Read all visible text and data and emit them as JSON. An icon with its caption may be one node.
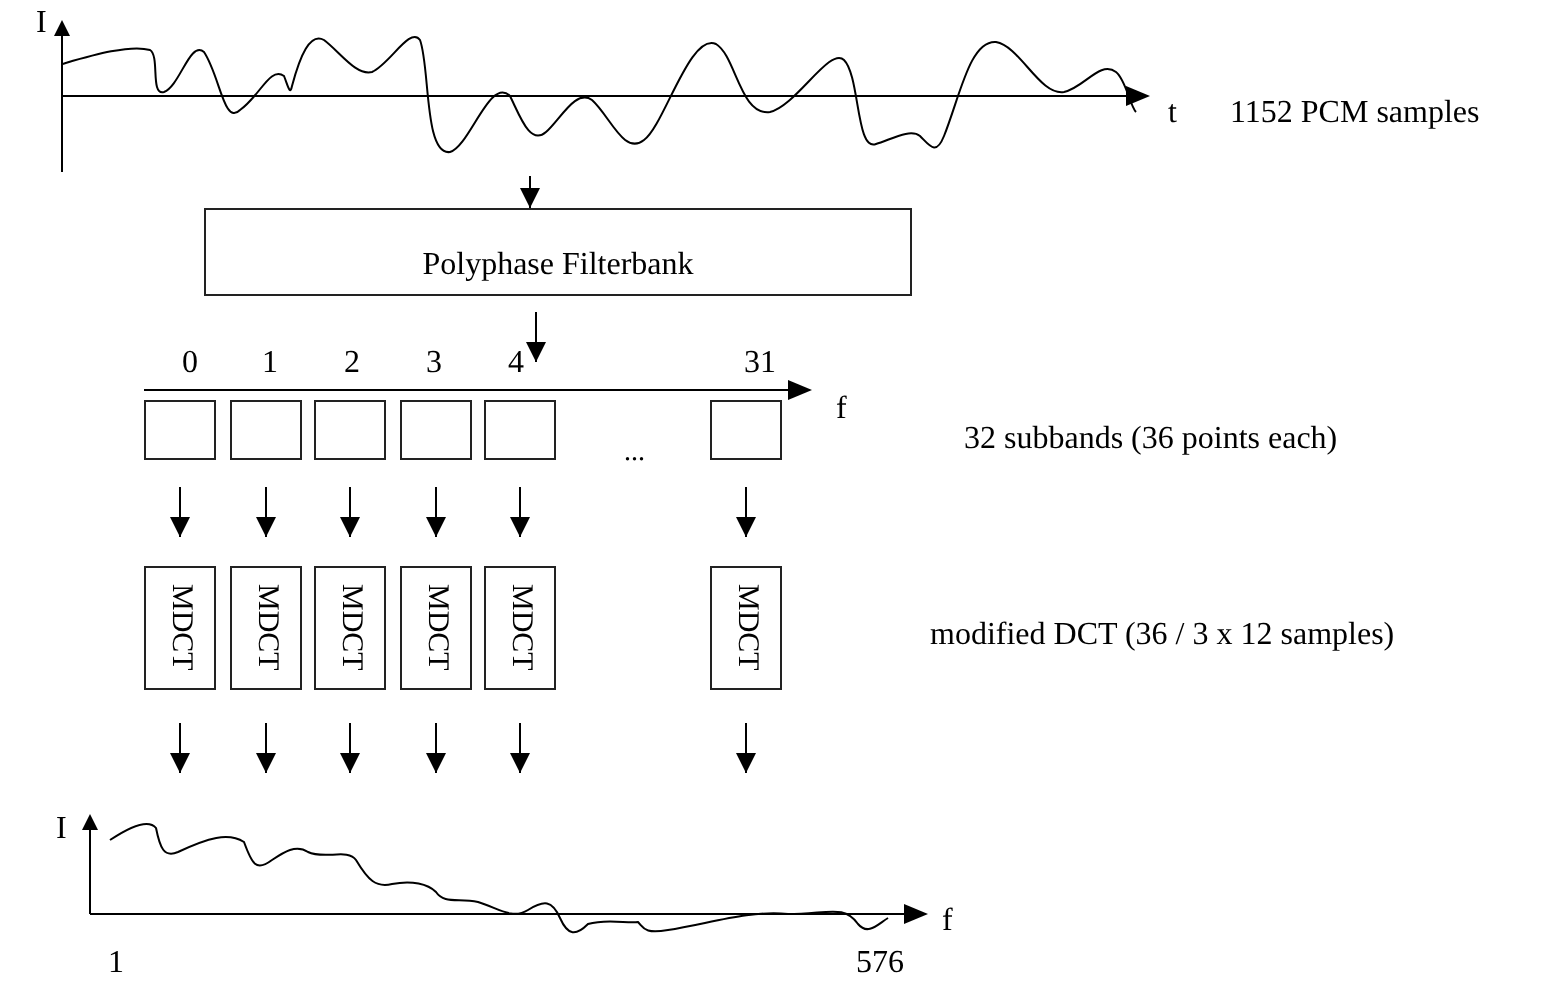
{
  "diagram": {
    "nodes": [
      {
        "text": [],
        "shape": "picture"
      },
      {
        "text": [
          "Polyphase Filterbank"
        ]
      },
      {
        "text": [],
        "shape": "bar"
      },
      {
        "text": [],
        "shape": "box"
      },
      {
        "text": [],
        "shape": "box"
      },
      {
        "text": [],
        "shape": "box"
      },
      {
        "text": [],
        "shape": "box"
      },
      {
        "text": [],
        "shape": "box"
      },
      {
        "text": [],
        "shape": "box"
      },
      {
        "text": [
          "MDCT"
        ]
      },
      {
        "text": [
          "MDCT"
        ]
      },
      {
        "text": [
          "MDCT"
        ]
      },
      {
        "text": [
          "MDCT"
        ]
      },
      {
        "text": [
          "MDCT"
        ]
      },
      {
        "text": [
          "MDCT"
        ]
      },
      {
        "text": [],
        "shape": "picture"
      }
    ],
    "edges": [
      {
        "from": 0,
        "to": 1,
        "arrow": "to"
      },
      {
        "from": 1,
        "to": 2,
        "arrow": "to"
      },
      {
        "from": 3,
        "to": 9,
        "arrow": "to"
      },
      {
        "from": 4,
        "to": 10,
        "arrow": "to"
      },
      {
        "from": 5,
        "to": 11,
        "arrow": "to"
      },
      {
        "from": 6,
        "to": 12,
        "arrow": "to"
      },
      {
        "from": 7,
        "to": 13,
        "arrow": "to"
      },
      {
        "from": 8,
        "to": 14,
        "arrow": "to"
      },
      {
        "from": 9,
        "to": 15,
        "arrow": "to"
      },
      {
        "from": 10,
        "to": 15,
        "arrow": "to"
      },
      {
        "from": 11,
        "to": 15,
        "arrow": "to"
      },
      {
        "from": 12,
        "to": 15,
        "arrow": "to"
      },
      {
        "from": 13,
        "to": 15,
        "arrow": "to"
      },
      {
        "from": 14,
        "to": 15,
        "arrow": "to"
      }
    ],
    "labels": [
      "I",
      "t",
      "1152 PCM samples",
      "0",
      "1",
      "2",
      "3",
      "4",
      "31",
      "f",
      "...",
      "32 subbands (36 points each)",
      "modified DCT (36 / 3 x 12 samples)",
      "I",
      "f",
      "1",
      "576"
    ]
  }
}
